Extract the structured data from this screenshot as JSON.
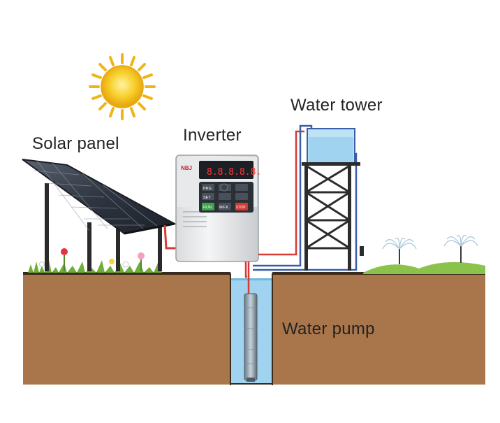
{
  "labels": {
    "solar_panel": "Solar panel",
    "inverter": "Inverter",
    "water_tower": "Water tower",
    "water_pump": "Water pump"
  },
  "inverter_device": {
    "brand": "NBJ",
    "display": "8.8.8.8.8.",
    "keys": [
      "PRG",
      "SET",
      "RUN",
      "M/F.K",
      "STOP"
    ]
  },
  "colors": {
    "soil": "#a9764b",
    "grass": "#8bc34a",
    "sky_sun": "#f5c518",
    "water": "#9fd3ef",
    "pipe_red": "#d63a32",
    "pipe_blue": "#3a5fa8"
  }
}
